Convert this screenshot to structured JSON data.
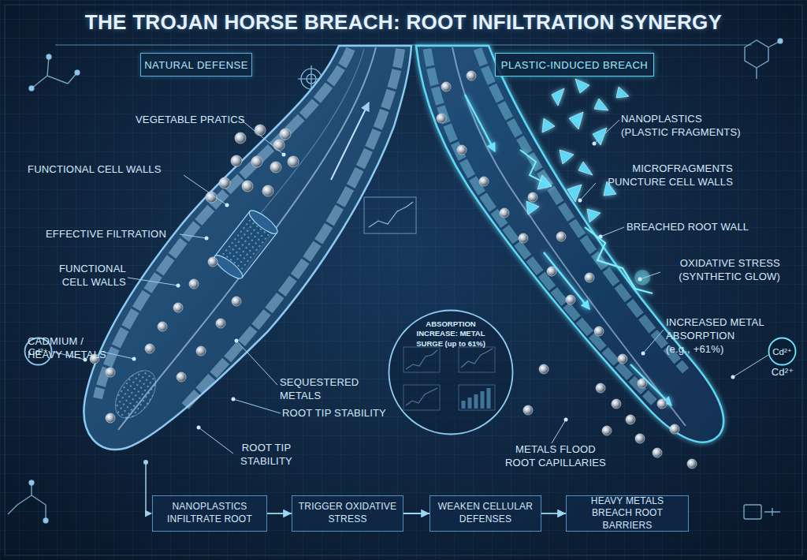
{
  "diagram": {
    "title": "THE TROJAN HORSE BREACH: ROOT INFILTRATION SYNERGY",
    "nodes": [
      {
        "text": [
          "NATURAL DEFENSE"
        ]
      },
      {
        "text": [
          "PLASTIC-INDUCED BREACH"
        ]
      },
      {
        "text": [
          "ABSORPTION INCREASE: METAL SURGE (up to 61%)"
        ]
      },
      {
        "text": [
          "Cd²⁺"
        ]
      },
      {
        "text": [
          "Cd²⁺"
        ]
      },
      {
        "text": [
          "NANOPLASTICS INFILTRATE ROOT"
        ]
      },
      {
        "text": [
          "TRIGGER OXIDATIVE STRESS"
        ]
      },
      {
        "text": [
          "WEAKEN CELLULAR DEFENSES"
        ]
      },
      {
        "text": [
          "HEAVY METALS BREACH ROOT BARRIERS"
        ]
      }
    ],
    "edges": [
      {
        "from": 5,
        "to": 6,
        "arrow": "to"
      },
      {
        "from": 6,
        "to": 7,
        "arrow": "to"
      },
      {
        "from": 7,
        "to": 8,
        "arrow": "to"
      }
    ],
    "labels": [
      "VEGETABLE PRATICS",
      "NANOPLASTICS (PLASTIC FRAGMENTS)",
      "FUNCTIONAL CELL WALLS",
      "MICROFRAGMENTS PUNCTURE CELL WALLS",
      "BREACHED ROOT WALL",
      "EFFECTIVE FILTRATION",
      "FUNCTIONAL CELL WALLS",
      "OXIDATIVE STRESS (SYNTHETIC GLOW)",
      "INCREASED METAL ABSORPTION (e.g., +61%)",
      "CADMIUM / HEAVY METALS",
      "Cd²⁺",
      "SEQUESTERED METALS",
      "ROOT TIP STABILITY",
      "ROOT TIP STABILITY",
      "METALS FLOOD ROOT CAPILLARIES"
    ]
  }
}
